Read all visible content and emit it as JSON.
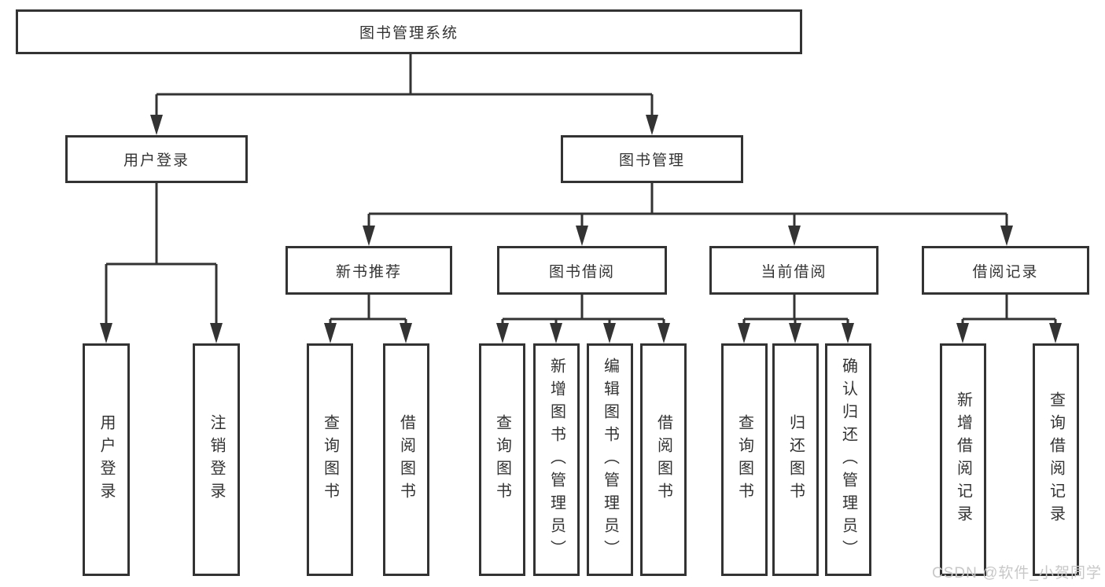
{
  "diagram": {
    "title": "图书管理系统",
    "level2": {
      "user_login": "用户登录",
      "book_mgmt": "图书管理"
    },
    "level3": {
      "new_book": "新书推荐",
      "borrow": "图书借阅",
      "current": "当前借阅",
      "record": "借阅记录"
    },
    "leaves": {
      "user_login": [
        "用户登录",
        "注销登录"
      ],
      "new_book": [
        "查询图书",
        "借阅图书"
      ],
      "borrow": [
        "查询图书",
        "新增图书（管理员）",
        "编辑图书（管理员）",
        "借阅图书"
      ],
      "current": [
        "查询图书",
        "归还图书",
        "确认归还（管理员）"
      ],
      "record": [
        "新增借阅记录",
        "查询借阅记录"
      ]
    }
  },
  "watermark": "CSDN @软件_小贺同学",
  "colors": {
    "line": "#333333",
    "text": "#333333",
    "watermark": "#c8c8c8",
    "background": "#ffffff"
  }
}
